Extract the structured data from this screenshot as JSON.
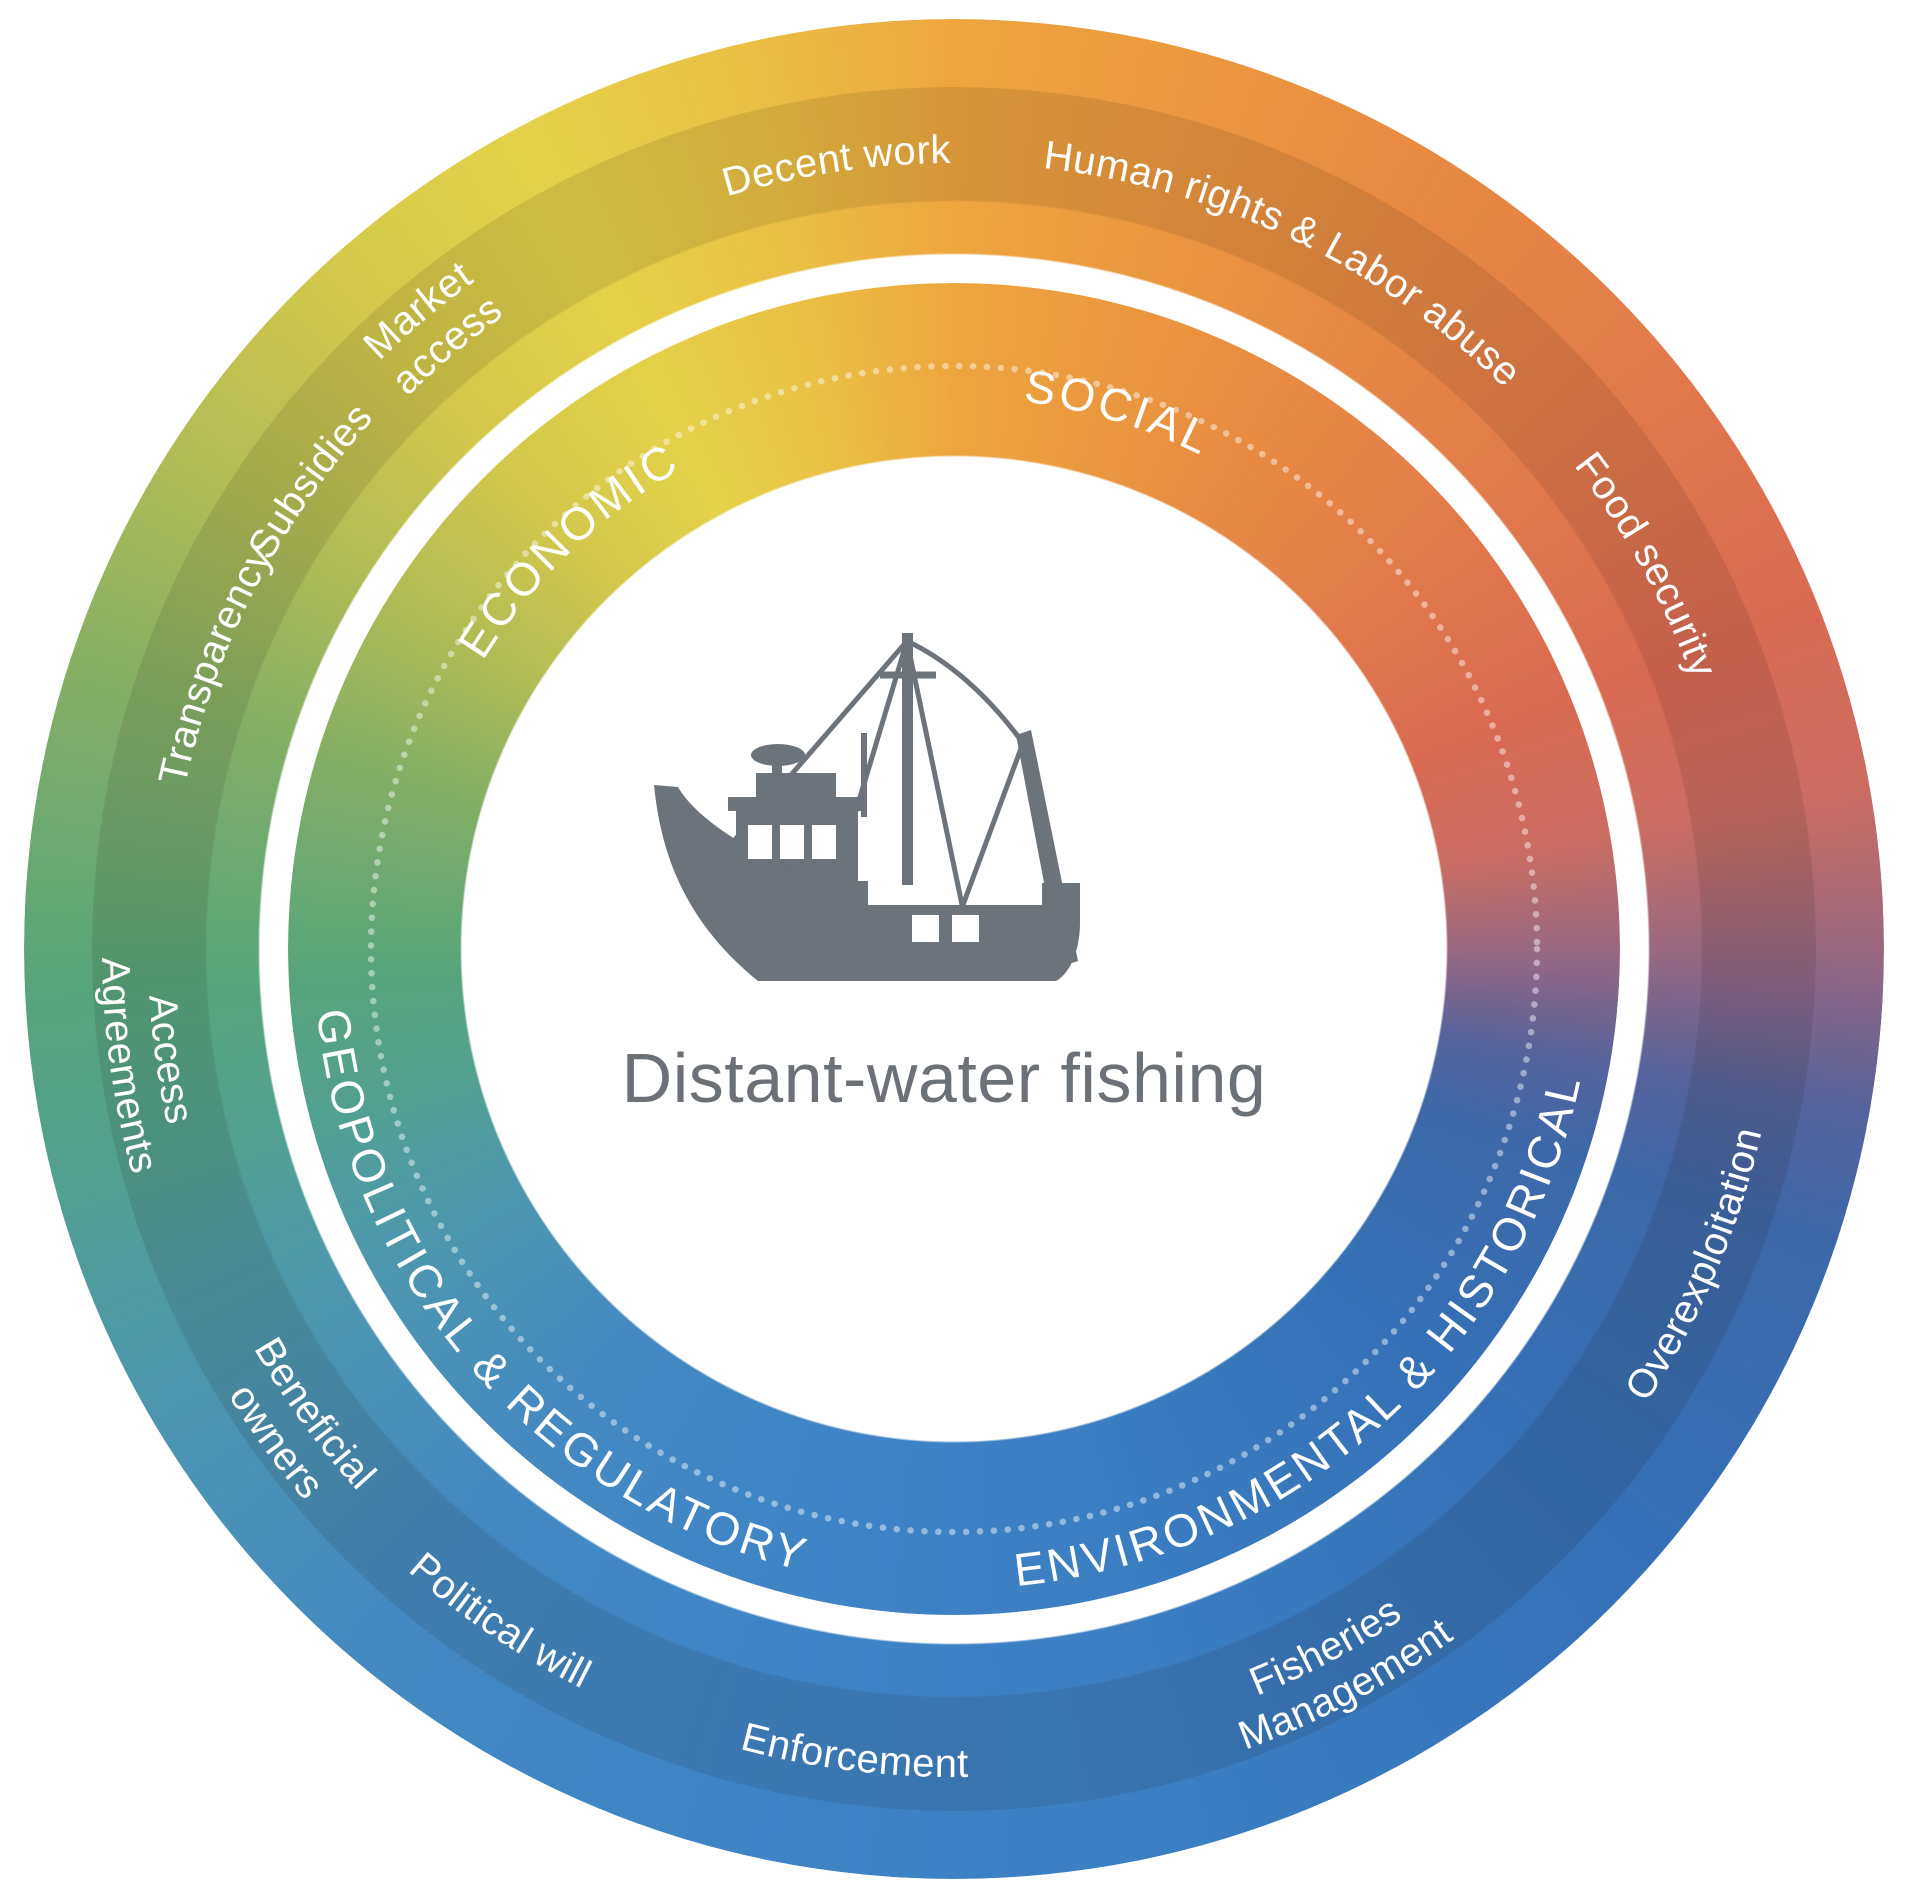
{
  "diagram": {
    "center": {
      "title": "Distant-water fishing",
      "icon": "fishing-trawler-icon"
    },
    "inner_categories": [
      {
        "label": "SOCIAL",
        "angle": 17,
        "flip": false
      },
      {
        "label": "ENVIRONMENTAL & HISTORICAL",
        "angle": 138,
        "flip": true
      },
      {
        "label": "GEOPOLITICAL & REGULATORY",
        "angle": 229,
        "flip": true
      },
      {
        "label": "ECONOMIC",
        "angle": 316,
        "flip": false
      }
    ],
    "outer_factors": [
      {
        "label": "Decent work",
        "lines": [
          "Decent work"
        ],
        "angle": 351.5,
        "flip": false
      },
      {
        "label": "Human rights & Labor abuse",
        "lines": [
          "Human rights & Labor abuse"
        ],
        "angle": 25.5,
        "flip": false
      },
      {
        "label": "Food security",
        "lines": [
          "Food security"
        ],
        "angle": 61,
        "flip": false
      },
      {
        "label": "Overexploitation",
        "lines": [
          "Overexploitation"
        ],
        "angle": 113,
        "flip": true
      },
      {
        "label": "Fisheries Management",
        "lines": [
          "Fisheries",
          "Management"
        ],
        "angle": 152,
        "flip": true
      },
      {
        "label": "Enforcement",
        "lines": [
          "Enforcement"
        ],
        "angle": 187,
        "flip": true
      },
      {
        "label": "Political will",
        "lines": [
          "Political will"
        ],
        "angle": 214,
        "flip": true
      },
      {
        "label": "Beneficial owners",
        "lines": [
          "Beneficial",
          "owners"
        ],
        "angle": 234,
        "flip": true
      },
      {
        "label": "Access Agreements",
        "lines": [
          "Access",
          "Agreements"
        ],
        "angle": 262,
        "flip": true
      },
      {
        "label": "Transparency",
        "lines": [
          "Transparency"
        ],
        "angle": 291,
        "flip": false
      },
      {
        "label": "Subsidies",
        "lines": [
          "Subsidies"
        ],
        "angle": 306,
        "flip": false
      },
      {
        "label": "Market access",
        "lines": [
          "Market",
          "access"
        ],
        "angle": 320,
        "flip": false
      }
    ],
    "palette": {
      "yellow": "#e5d149",
      "orange": "#e9923f",
      "red_orange": "#d96a52",
      "muted_purple": "#9a6880",
      "navy": "#3d68a8",
      "blue": "#3b82c4",
      "green": "#57a57b",
      "label_white": "#ffffff",
      "center_gray": "#6b7177",
      "boat_gray": "#6d737b"
    }
  }
}
